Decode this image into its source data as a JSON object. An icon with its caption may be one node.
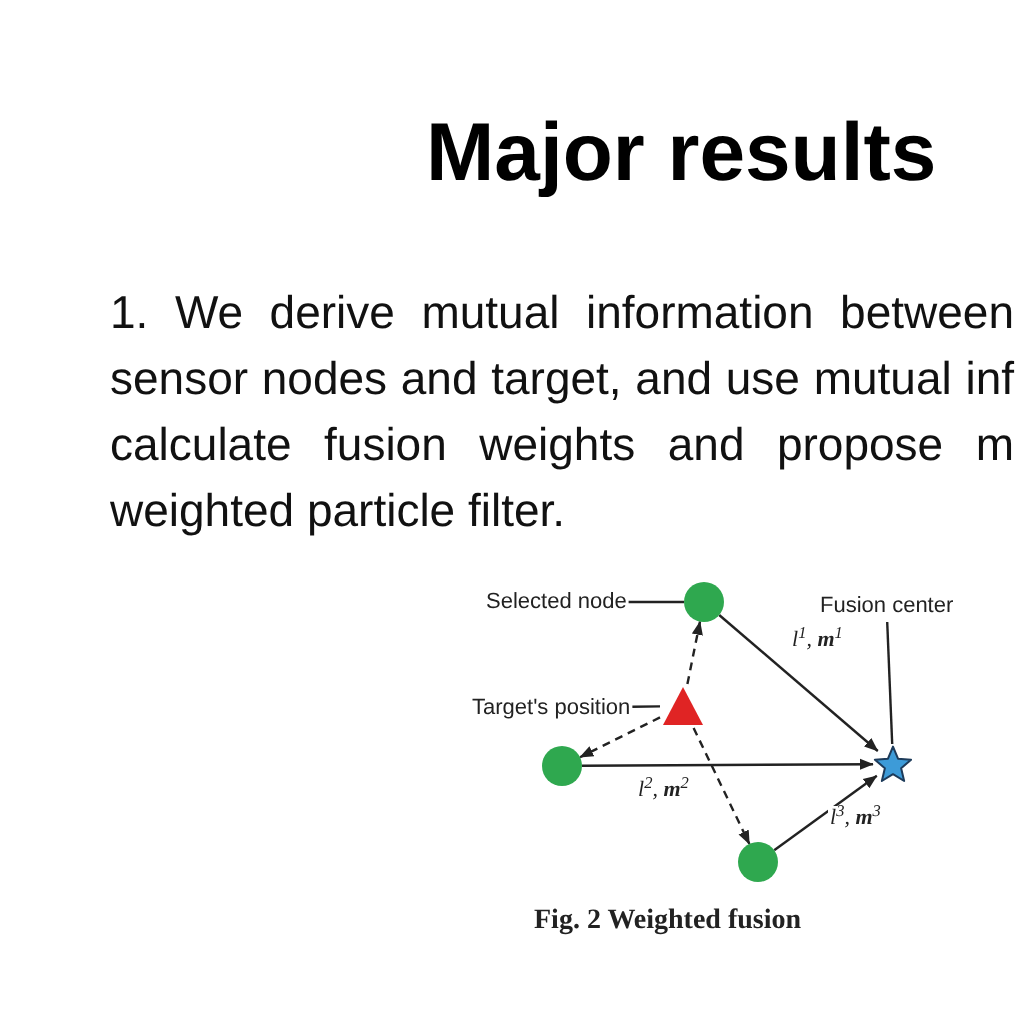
{
  "diagram": {
    "title": "Major results",
    "caption": "Fig. 2 Weighted fusion",
    "nodes": [
      {
        "text": [
          "Selected node"
        ]
      },
      {
        "text": [],
        "shape": "circle"
      },
      {
        "text": [
          "Fusion center"
        ]
      },
      {
        "text": [
          "Target's position"
        ]
      },
      {
        "text": [],
        "shape": "triangle"
      },
      {
        "text": [],
        "shape": "circle"
      },
      {
        "text": [],
        "shape": "star"
      },
      {
        "text": [],
        "shape": "circle"
      }
    ],
    "edges": [
      {
        "from": 0,
        "to": 1,
        "arrow": "none"
      },
      {
        "from": 2,
        "to": 6,
        "arrow": "none"
      },
      {
        "from": 3,
        "to": 4,
        "arrow": "none"
      },
      {
        "from": 4,
        "to": 1,
        "arrow": "to",
        "style": "dashed"
      },
      {
        "from": 4,
        "to": 5,
        "arrow": "to",
        "style": "dashed"
      },
      {
        "from": 4,
        "to": 7,
        "arrow": "to",
        "style": "dashed"
      },
      {
        "from": 1,
        "to": 6,
        "arrow": "to",
        "label": "l$^{1}$, **m**$^{1}$"
      },
      {
        "from": 5,
        "to": 6,
        "arrow": "to",
        "label": "l$^{2}$, **m**$^{2}$"
      },
      {
        "from": 7,
        "to": 6,
        "arrow": "to",
        "label": "l$^{3}$, **m**$^{3}$"
      }
    ],
    "labels": [
      "1. We derive mutual information between sensor nodes and target, and use mutual inf calculate fusion weights and propose m weighted particle filter."
    ]
  }
}
